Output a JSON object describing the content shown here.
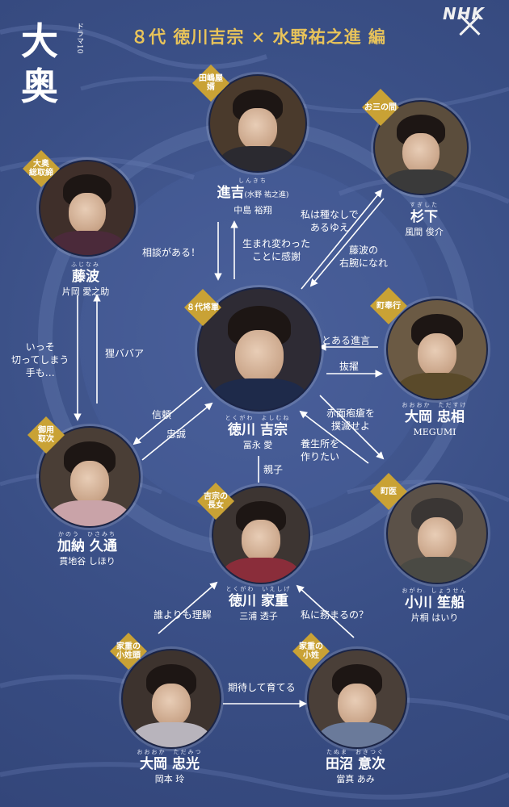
{
  "header": {
    "logo_line1": "大",
    "logo_line2": "奥",
    "logo_sub": "ドラマ10",
    "title": "８代 徳川吉宗 × 水野祐之進 編",
    "brand": "NHK",
    "close_icon": "close-icon"
  },
  "characters": {
    "yoshimune": {
      "badge": "８代将軍",
      "ruby": "とくがわ　よしむね",
      "name": "徳川 吉宗",
      "actor": "冨永 愛"
    },
    "shinkichi": {
      "badge": "田嶋屋\n婿",
      "ruby": "しんきち",
      "name": "進吉",
      "name_note": "(水野 祐之進)",
      "actor": "中島 裕翔"
    },
    "sugishita": {
      "badge": "お三の間",
      "ruby": "すぎした",
      "name": "杉下",
      "actor": "風間 俊介"
    },
    "fujinami": {
      "badge": "大奥\n総取締",
      "ruby": "ふじなみ",
      "name": "藤波",
      "actor": "片岡 愛之助"
    },
    "tadasuke": {
      "badge": "町奉行",
      "ruby": "おおおか　ただすけ",
      "name": "大岡 忠相",
      "actor": "MEGUMI"
    },
    "hisamichi": {
      "badge": "御用\n取次",
      "ruby": "かのう　ひさみち",
      "name": "加納 久通",
      "actor": "貫地谷 しほり"
    },
    "ieshige": {
      "badge": "吉宗の\n長女",
      "ruby": "とくがわ　いえしげ",
      "name": "徳川 家重",
      "actor": "三浦 透子"
    },
    "shosen": {
      "badge": "町医",
      "ruby": "おがわ　しょうせん",
      "name": "小川 笙船",
      "actor": "片桐 はいり"
    },
    "tadamitsu": {
      "badge": "家重の\n小姓頭",
      "ruby": "おおおか　ただみつ",
      "name": "大岡 忠光",
      "actor": "岡本 玲"
    },
    "okitsugu": {
      "badge": "家重の\n小姓",
      "ruby": "たぬま　おきつぐ",
      "name": "田沼 意次",
      "actor": "當真 あみ"
    }
  },
  "relations": {
    "soudan": "相談がある！",
    "umarekawatta": "生まれ変わった\nことに感謝",
    "tanenashi": "私は種なしで\nあるゆえ",
    "fujinami_ude": "藤波の\n右腕になれ",
    "aru_shingen": "とある進言",
    "battaku": "抜擢",
    "isso": "いっそ\n切ってしまう\n手も…",
    "tanuki": "狸ババア",
    "shinrai": "信頼",
    "chusei": "忠誠",
    "akazura": "赤面疱瘡を\n撲滅せよ",
    "yojosho": "養生所を\n作りたい",
    "oyako": "親子",
    "dare_yori": "誰よりも理解",
    "watashi_ni": "私に務まるの？",
    "kitai": "期待して育てる"
  },
  "colors": {
    "background": "#3a4f86",
    "gold": "#e8c35a",
    "badge_gold": "#c9a235"
  }
}
